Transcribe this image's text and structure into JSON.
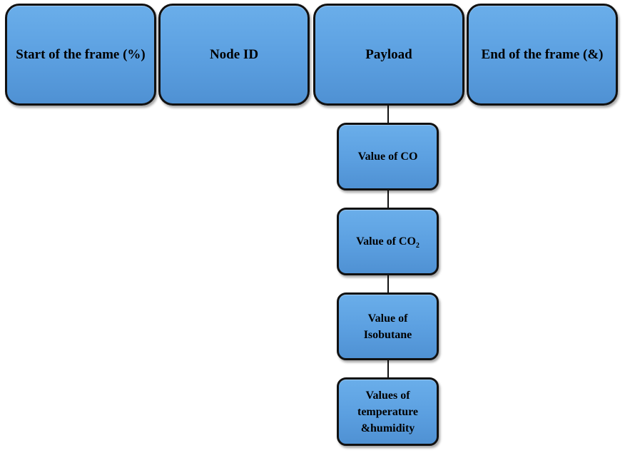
{
  "frame": {
    "start": "Start of the frame (%)",
    "node_id": "Node ID",
    "payload": "Payload",
    "end": "End of the frame (&)"
  },
  "payload_fields": {
    "co": "Value of CO",
    "co2_prefix": "Value of CO",
    "co2_subscript": "2",
    "isobutane_line1": "Value of",
    "isobutane_line2": "Isobutane",
    "temp_line1": "Values of",
    "temp_line2": "temperature",
    "temp_line3": "&humidity"
  },
  "colors": {
    "box_fill": "#5b9fe0",
    "border": "#111111"
  }
}
